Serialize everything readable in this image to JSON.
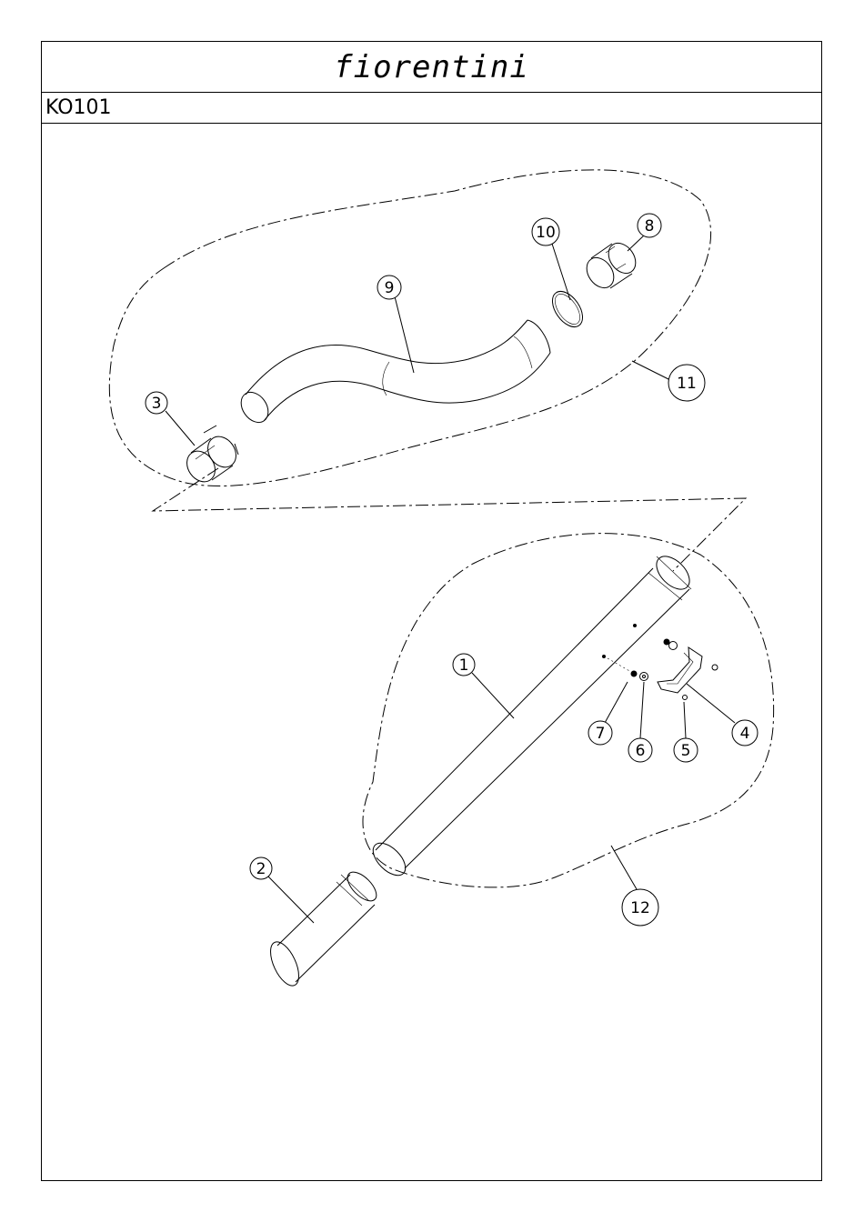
{
  "header": {
    "brand": "fiorentini",
    "model": "KO101"
  },
  "callouts": [
    "1",
    "2",
    "3",
    "4",
    "5",
    "6",
    "7",
    "8",
    "9",
    "10",
    "11",
    "12"
  ],
  "colors": {
    "line": "#000000",
    "background": "#ffffff"
  }
}
